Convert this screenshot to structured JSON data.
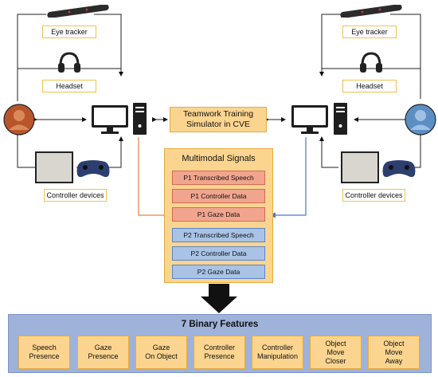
{
  "left": {
    "eye_tracker_label": "Eye tracker",
    "headset_label": "Headset",
    "controller_label": "Controller devices"
  },
  "right": {
    "eye_tracker_label": "Eye tracker",
    "headset_label": "Headset",
    "controller_label": "Controller devices"
  },
  "simulator": {
    "line1": "Teamwork Training",
    "line2": "Simulator in CVE"
  },
  "multimodal": {
    "title": "Multimodal Signals",
    "p1": [
      "P1 Transcribed Speech",
      "P1 Controller Data",
      "P1 Gaze Data"
    ],
    "p2": [
      "P2 Transcribed Speech",
      "P2 Controller Data",
      "P2 Gaze Data"
    ]
  },
  "features": {
    "title": "7 Binary Features",
    "items": [
      [
        "Speech",
        "Presence"
      ],
      [
        "Gaze",
        "Presence"
      ],
      [
        "Gaze",
        "On Object"
      ],
      [
        "Controller",
        "Presence"
      ],
      [
        "Controller",
        "Manipulation"
      ],
      [
        "Object",
        "Move",
        "Closer"
      ],
      [
        "Object",
        "Move",
        "Away"
      ]
    ]
  },
  "colors": {
    "orange_arrow": "#e8804a",
    "blue_arrow": "#4a78c9",
    "person_left": "#b8562a",
    "person_right": "#5b8fc4"
  }
}
